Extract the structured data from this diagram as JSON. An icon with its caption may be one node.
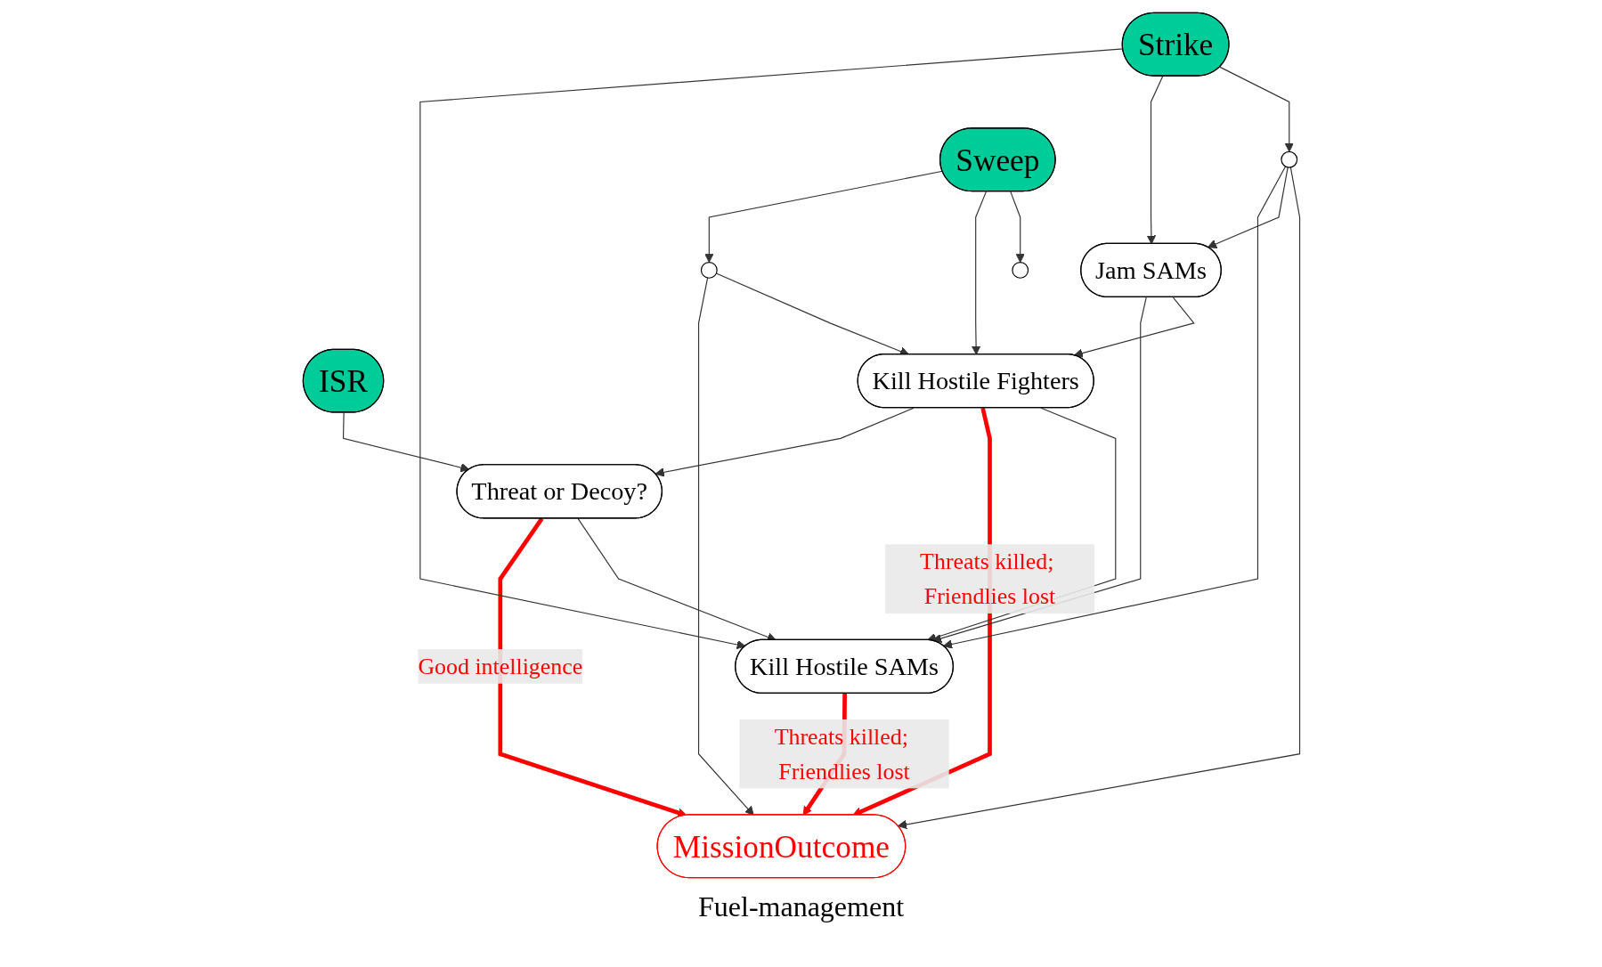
{
  "diagram": {
    "nodes": [
      {
        "text": [
          "ISR"
        ]
      },
      {
        "text": [
          "Threat or Decoy?"
        ]
      },
      {
        "text": [
          "MissionOutcome"
        ]
      },
      {
        "text": [
          "Kill Hostile SAMs"
        ]
      },
      {
        "text": [
          "Jam SAMs"
        ]
      },
      {
        "text": [
          "Kill Hostile Fighters"
        ]
      },
      {
        "text": [],
        "shape": "circle"
      },
      {
        "text": [],
        "shape": "circle"
      },
      {
        "text": [],
        "shape": "circle"
      },
      {
        "text": [
          "Strike"
        ]
      },
      {
        "text": [
          "Sweep"
        ]
      }
    ],
    "edges": [
      {
        "from": 0,
        "to": 1,
        "arrow": "to"
      },
      {
        "from": 1,
        "to": 2,
        "arrow": "to",
        "label": "Good intelligence",
        "style": "thick",
        "color": "#ff0000"
      },
      {
        "from": 1,
        "to": 3,
        "arrow": "to"
      },
      {
        "from": 5,
        "to": 1,
        "arrow": "to"
      },
      {
        "from": 3,
        "to": 2,
        "arrow": "to",
        "label": "Threats killed; Friendlies lost",
        "style": "thick",
        "color": "#ff0000"
      },
      {
        "from": 5,
        "to": 2,
        "arrow": "to",
        "label": "Threats killed; Friendlies lost",
        "style": "thick",
        "color": "#ff0000"
      },
      {
        "from": 5,
        "to": 3,
        "arrow": "to"
      },
      {
        "from": 4,
        "to": 3,
        "arrow": "to"
      },
      {
        "from": 4,
        "to": 5,
        "arrow": "to"
      },
      {
        "from": 7,
        "to": 3,
        "arrow": "to"
      },
      {
        "from": 7,
        "to": 4,
        "arrow": "to"
      },
      {
        "from": 7,
        "to": 2,
        "arrow": "to"
      },
      {
        "from": 9,
        "to": 3,
        "arrow": "to"
      },
      {
        "from": 9,
        "to": 4,
        "arrow": "to"
      },
      {
        "from": 9,
        "to": 7,
        "arrow": "to"
      },
      {
        "from": 8,
        "to": 2,
        "arrow": "to"
      },
      {
        "from": 8,
        "to": 5,
        "arrow": "to"
      },
      {
        "from": 10,
        "to": 8,
        "arrow": "to"
      },
      {
        "from": 10,
        "to": 5,
        "arrow": "to"
      },
      {
        "from": 10,
        "to": 6,
        "arrow": "to"
      }
    ],
    "labels": [
      "Fuel-management"
    ]
  }
}
